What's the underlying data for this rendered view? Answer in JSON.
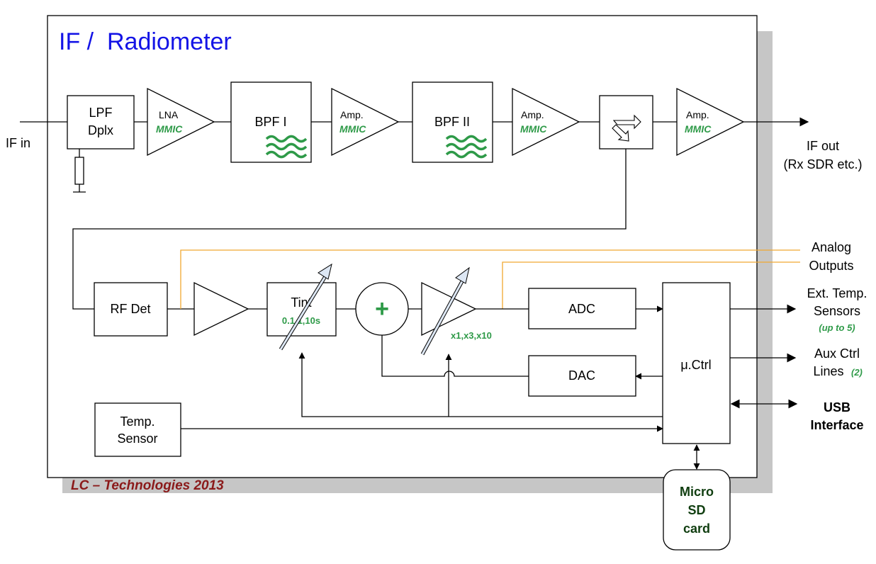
{
  "colors": {
    "title": "#1414e6",
    "green": "#2e9a48",
    "orange": "#f0a830",
    "shadow": "#c6c6c6",
    "credit": "#8b1a1a",
    "sdtext": "#0f3d0f"
  },
  "title": "IF /  Radiometer",
  "credit": "LC – Technologies 2013",
  "io": {
    "if_in": "IF in",
    "if_out_1": "IF out",
    "if_out_2": "(Rx SDR etc.)",
    "analog_1": "Analog",
    "analog_2": "Outputs",
    "ext_temp_1": "Ext. Temp.",
    "ext_temp_2": "Sensors",
    "ext_temp_note": "(up to 5)",
    "aux_1": "Aux Ctrl",
    "aux_2": "Lines",
    "aux_note": "(2)",
    "usb_1": "USB",
    "usb_2": "Interface"
  },
  "blocks": {
    "lpf_1": "LPF",
    "lpf_2": "Dplx",
    "lna": "LNA",
    "mmic": "MMIC",
    "bpf1": "BPF I",
    "amp": "Amp.",
    "bpf2": "BPF II",
    "rfdet": "RF Det",
    "tint": "Tint",
    "tint_opts": "0.1,1,10s",
    "plus": "+",
    "gain_opts": "x1,x3,x10",
    "adc": "ADC",
    "dac": "DAC",
    "uctrl": "μ.Ctrl",
    "temp_1": "Temp.",
    "temp_2": "Sensor",
    "sd_1": "Micro",
    "sd_2": "SD",
    "sd_3": "card"
  }
}
